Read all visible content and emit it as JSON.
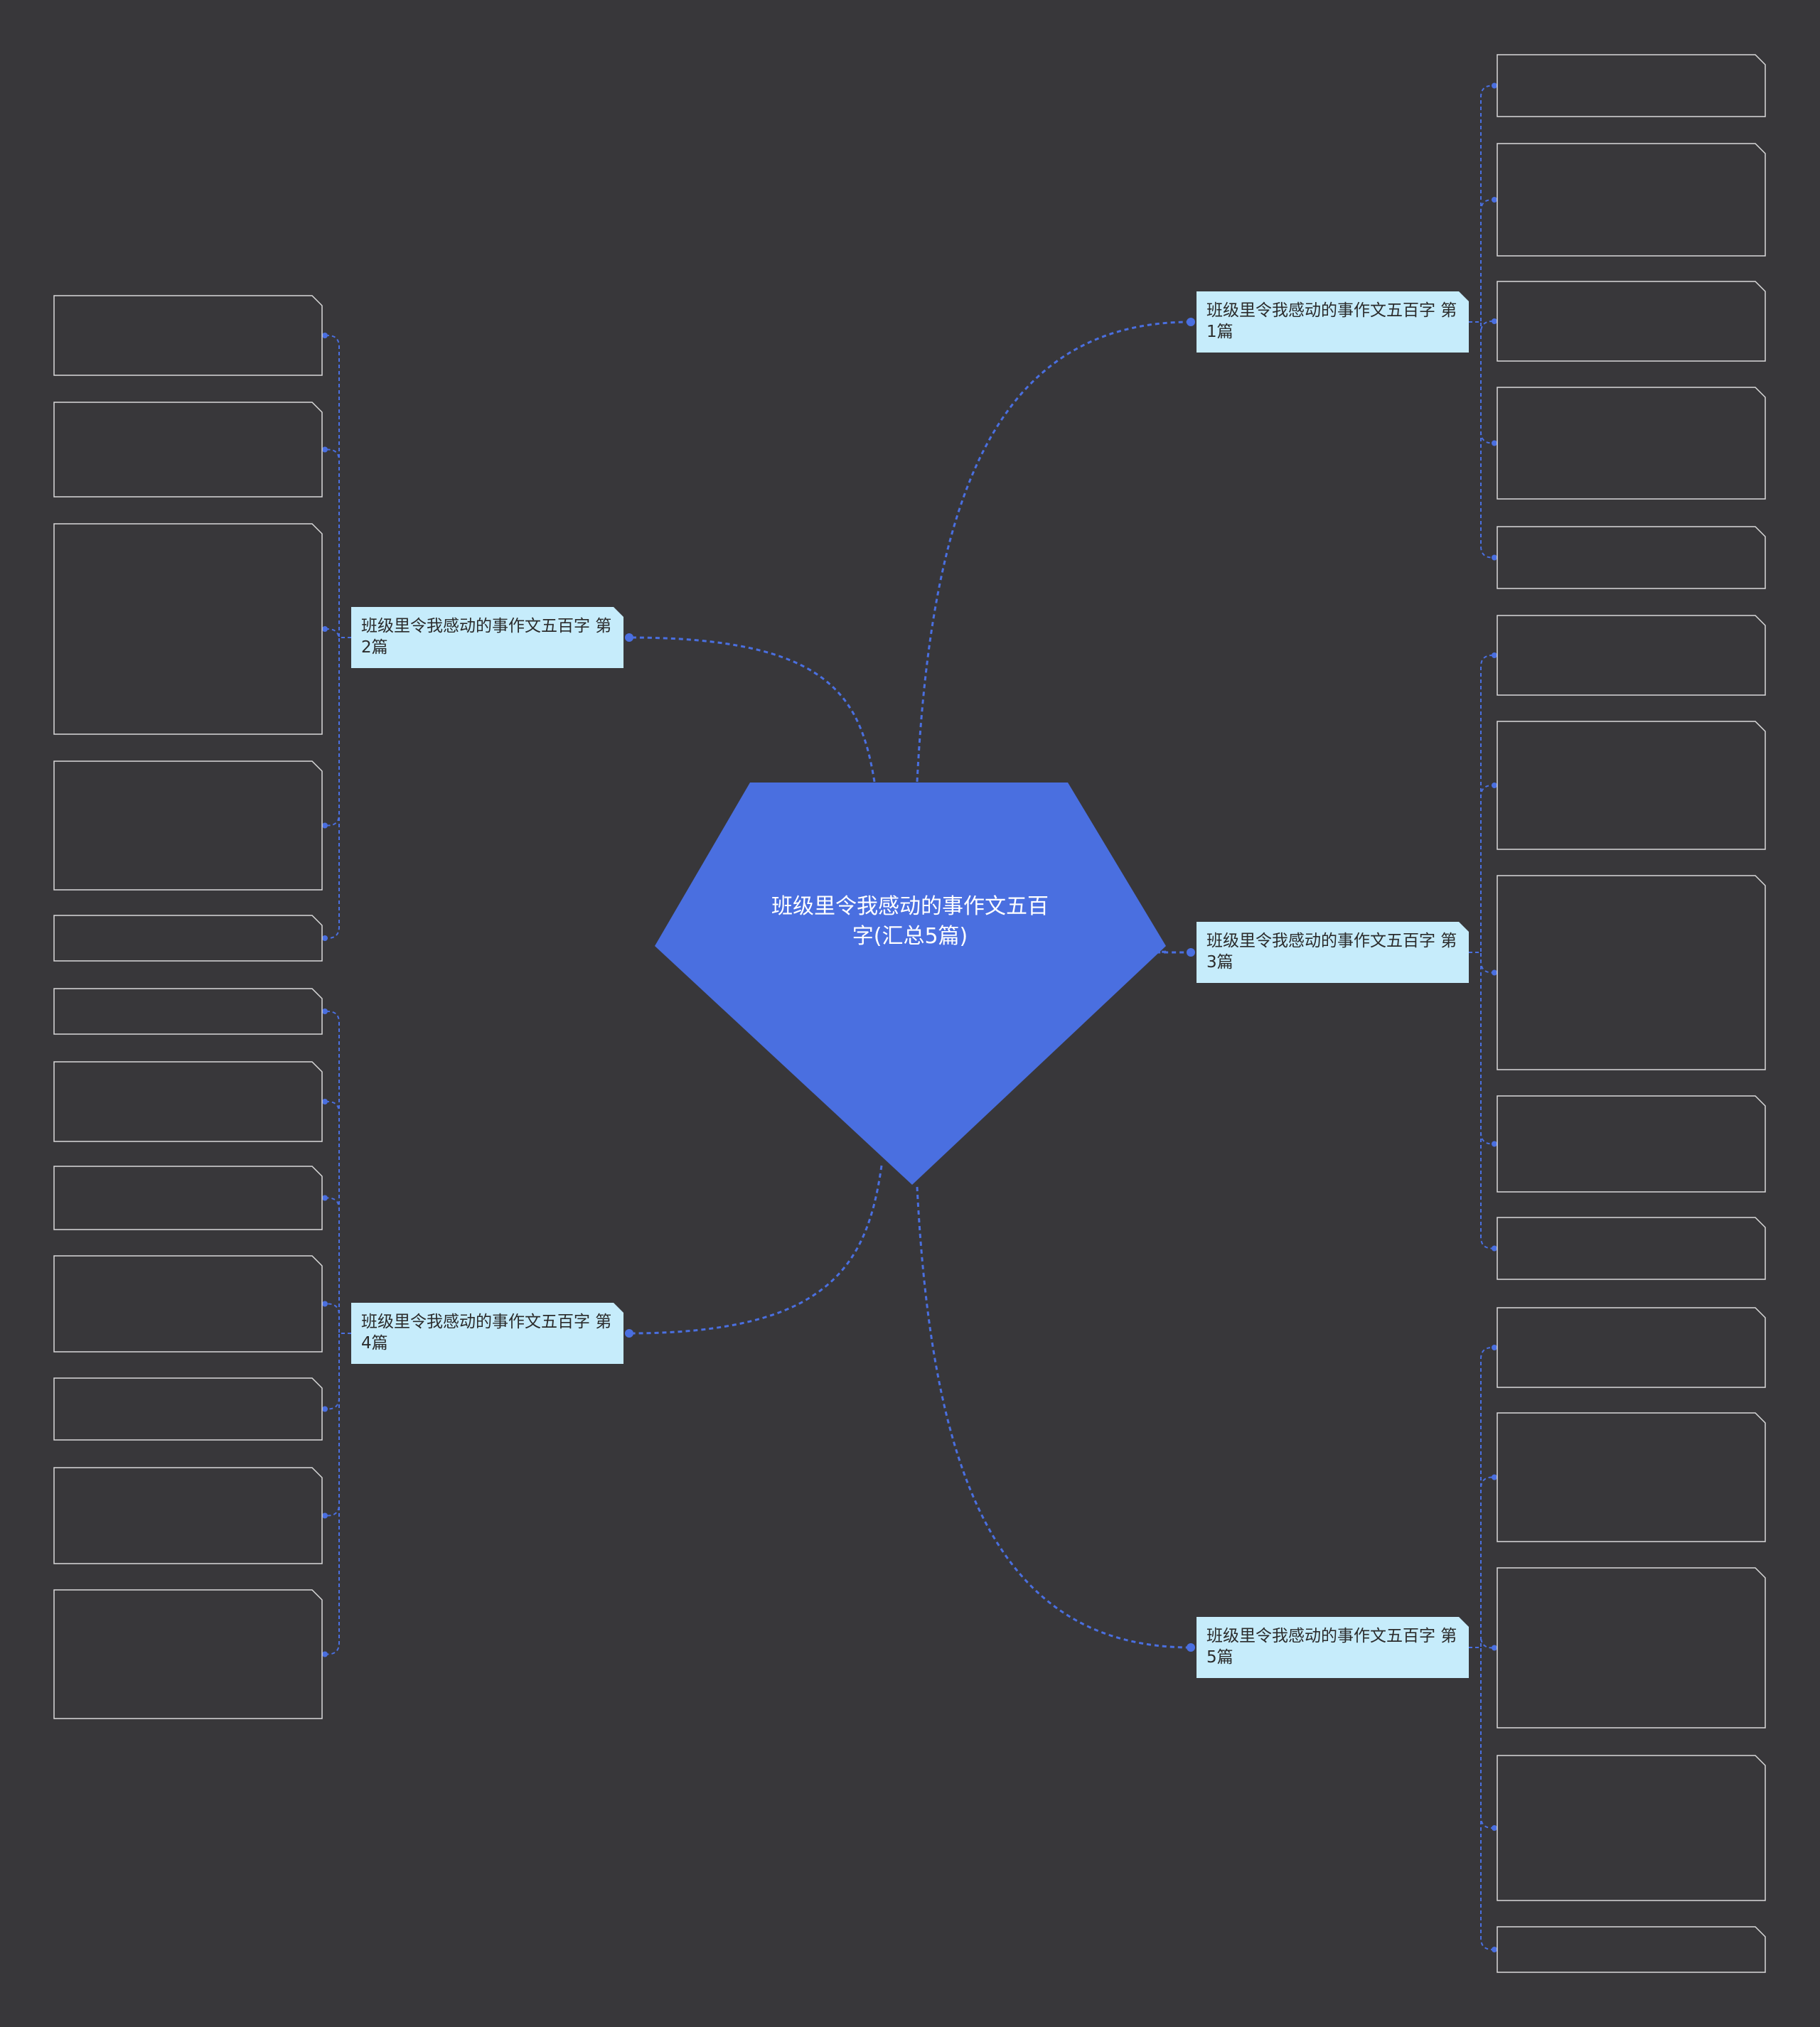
{
  "colors": {
    "background": "#38373a",
    "center_fill": "#4a6fe0",
    "branch_fill": "#c6ecfb",
    "line": "#4a6fe0",
    "leaf_border": "#d9d9d9"
  },
  "center": {
    "title": "班级里令我感动的事作文五百字(汇总5篇)"
  },
  "branches": [
    {
      "label": "班级里令我感动的事作文五百字 第1篇",
      "leaves": [
        "",
        "",
        "",
        "",
        ""
      ]
    },
    {
      "label": "班级里令我感动的事作文五百字 第2篇",
      "leaves": [
        "",
        "",
        "",
        "",
        ""
      ]
    },
    {
      "label": "班级里令我感动的事作文五百字 第3篇",
      "leaves": [
        "",
        "",
        "",
        "",
        ""
      ]
    },
    {
      "label": "班级里令我感动的事作文五百字 第4篇",
      "leaves": [
        "",
        "",
        "",
        "",
        "",
        "",
        ""
      ]
    },
    {
      "label": "班级里令我感动的事作文五百字 第5篇",
      "leaves": [
        "",
        "",
        "",
        "",
        ""
      ]
    }
  ]
}
